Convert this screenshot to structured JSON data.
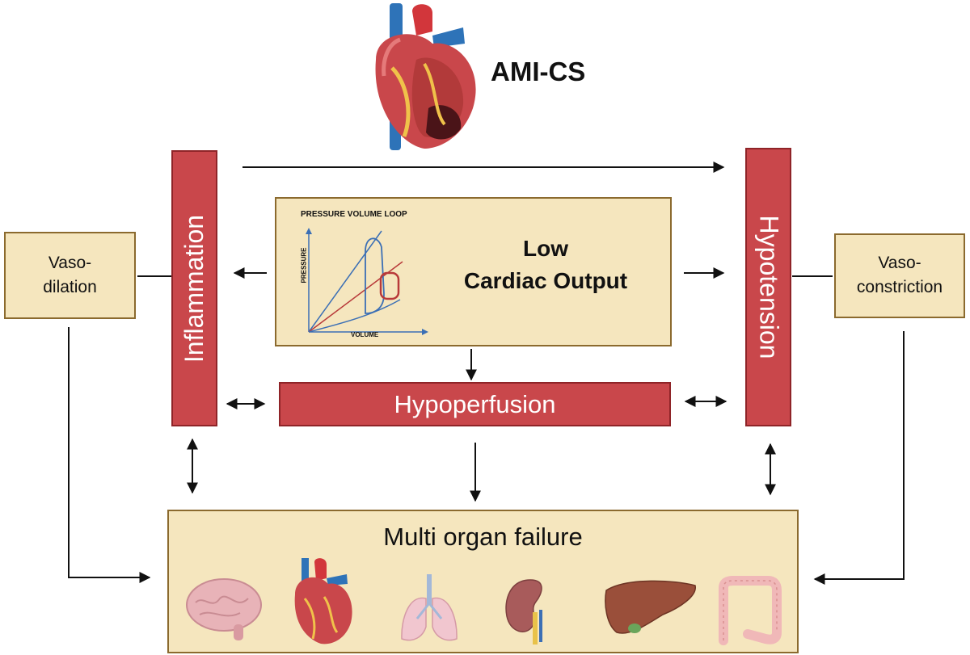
{
  "title": "AMI-CS",
  "center_box": {
    "chart_title": "PRESSURE VOLUME LOOP",
    "y_axis_label": "PRESSURE",
    "x_axis_label": "VOLUME",
    "heading_line1": "Low",
    "heading_line2": "Cardiac Output"
  },
  "inflammation": "Inflammation",
  "hypotension": "Hypotension",
  "hypoperfusion": "Hypoperfusion",
  "vasodilation": {
    "line1": "Vaso-",
    "line2": "dilation"
  },
  "vasoconstriction": {
    "line1": "Vaso-",
    "line2": "constriction"
  },
  "multi_organ_failure": "Multi organ failure",
  "organs": [
    "brain-icon",
    "heart-icon",
    "lungs-icon",
    "kidney-icon",
    "liver-icon",
    "intestine-icon"
  ],
  "colors": {
    "red_bar": "#c9474b",
    "beige_box": "#f5e6be",
    "box_border": "#8b6a2e",
    "loop_blue": "#3b6fb5",
    "loop_red": "#b83a3a"
  }
}
